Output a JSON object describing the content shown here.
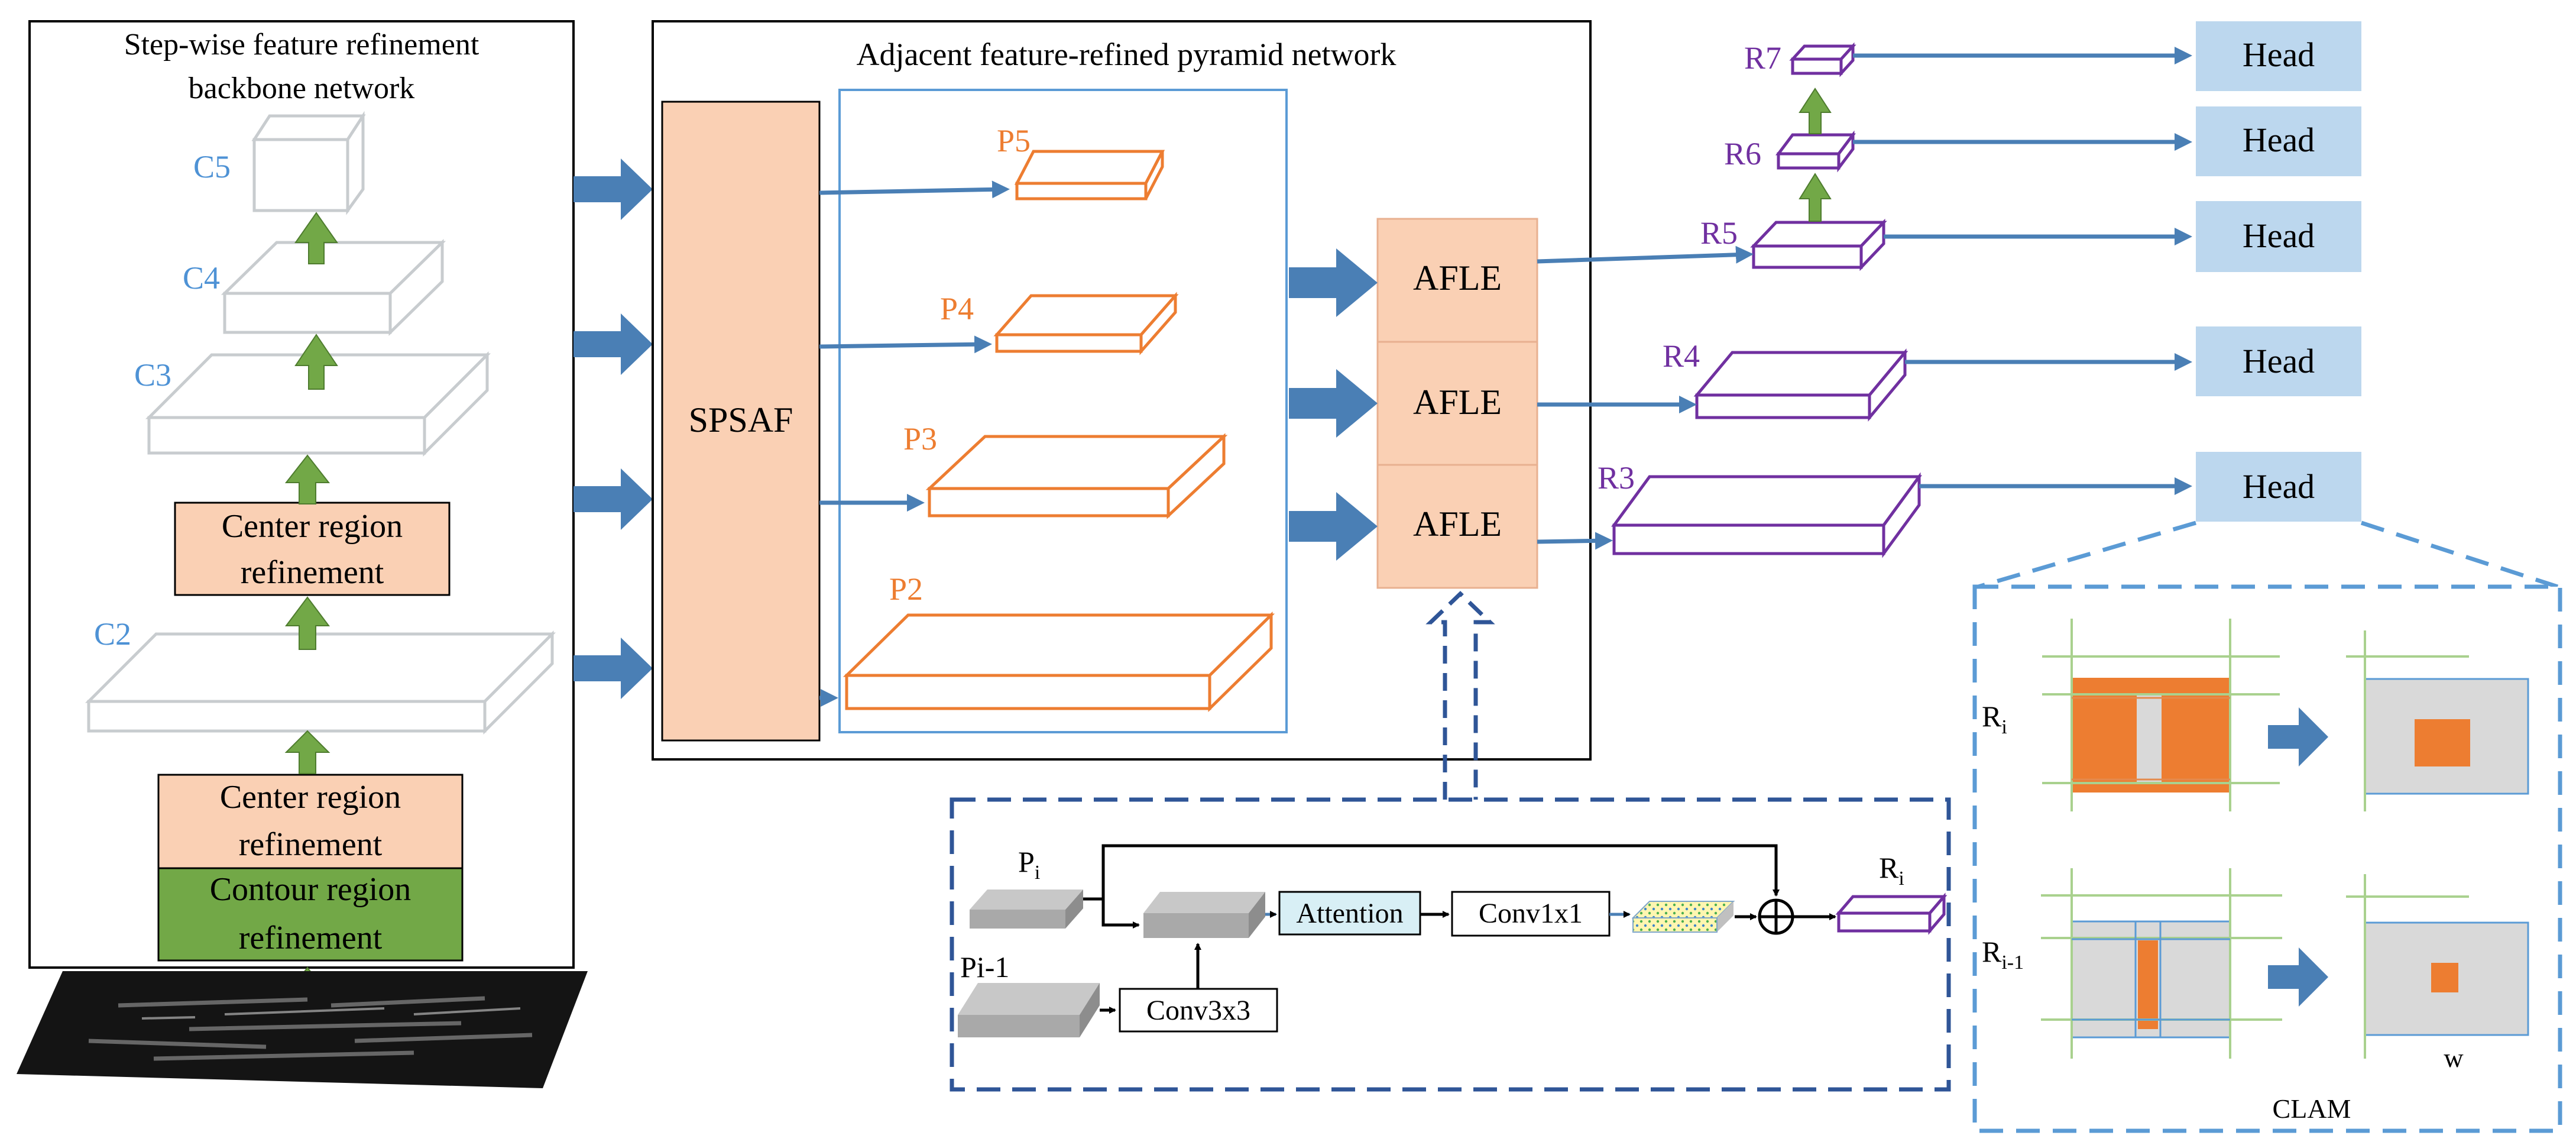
{
  "backbone": {
    "title_line1": "Step-wise feature refinement",
    "title_line2": "backbone network",
    "levels": [
      "C5",
      "C4",
      "C3",
      "C2"
    ],
    "crr_upper": [
      "Center region",
      "refinement"
    ],
    "crr_lower": [
      "Center region",
      "refinement"
    ],
    "contour": [
      "Contour region",
      "refinement"
    ]
  },
  "pyramid": {
    "title": "Adjacent feature-refined pyramid network",
    "spsaf": "SPSAF",
    "levels": [
      "P5",
      "P4",
      "P3",
      "P2"
    ],
    "afle": [
      "AFLE",
      "AFLE",
      "AFLE"
    ]
  },
  "outputs": {
    "levels": [
      "R7",
      "R6",
      "R5",
      "R4",
      "R3"
    ],
    "heads": [
      "Head",
      "Head",
      "Head",
      "Head",
      "Head"
    ]
  },
  "afle_detail": {
    "pi": "P",
    "pi_sub": "i",
    "pi1": "Pi-1",
    "attention": "Attention",
    "conv1": "Conv1x1",
    "conv3": "Conv3x3",
    "ri": "R",
    "ri_sub": "i"
  },
  "clam": {
    "title": "CLAM",
    "ri": "R",
    "ri_sub": "i",
    "ri1": "R",
    "ri1_sub": "i-1",
    "w": "w"
  },
  "colors": {
    "blue_arrow": "#4a7fb5",
    "green_arrow": "#72a847",
    "orange": "#ed7d31",
    "purple": "#7030a0",
    "peach": "#fad0b4",
    "light_blue": "#bcd7ee",
    "gray_line": "#c0c4c8",
    "dash_blue": "#2f5597"
  }
}
